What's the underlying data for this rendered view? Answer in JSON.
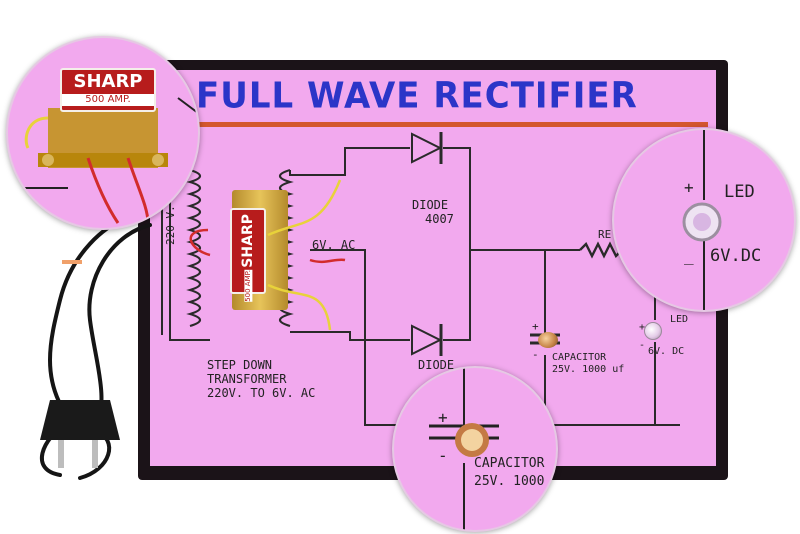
{
  "board": {
    "title": "FULL WAVE RECTIFIER",
    "colors": {
      "paper": "#f2a9ee",
      "title": "#2b35c8",
      "rule": "#d4562f",
      "frame": "#1b1318"
    }
  },
  "transformer": {
    "brand": "SHARP",
    "rating": "500 AMP.",
    "primary_label": "220 V. AC",
    "secondary_label": "6V. AC",
    "caption_line1": "STEP DOWN",
    "caption_line2": "TRANSFORMER",
    "caption_line3": "220V. TO 6V. AC"
  },
  "diodes": {
    "top_label": "DIODE",
    "top_model": "4007",
    "bottom_label": "DIODE"
  },
  "resistor": {
    "label": "RE"
  },
  "capacitor": {
    "label": "CAPACITOR",
    "value": "25V. 1000 uf",
    "plus": "+",
    "minus": "-"
  },
  "led": {
    "label": "LED",
    "voltage": "6V. DC",
    "plus": "+",
    "minus": "-"
  },
  "zooms": {
    "transformer": {
      "brand": "SHARP",
      "rating": "500 AMP."
    },
    "led": {
      "label": "LED",
      "voltage": "6V.DC",
      "plus": "+",
      "minus": "_"
    },
    "capacitor": {
      "label": "CAPACITOR",
      "value": "25V. 1000",
      "plus": "+",
      "minus": "-"
    }
  }
}
